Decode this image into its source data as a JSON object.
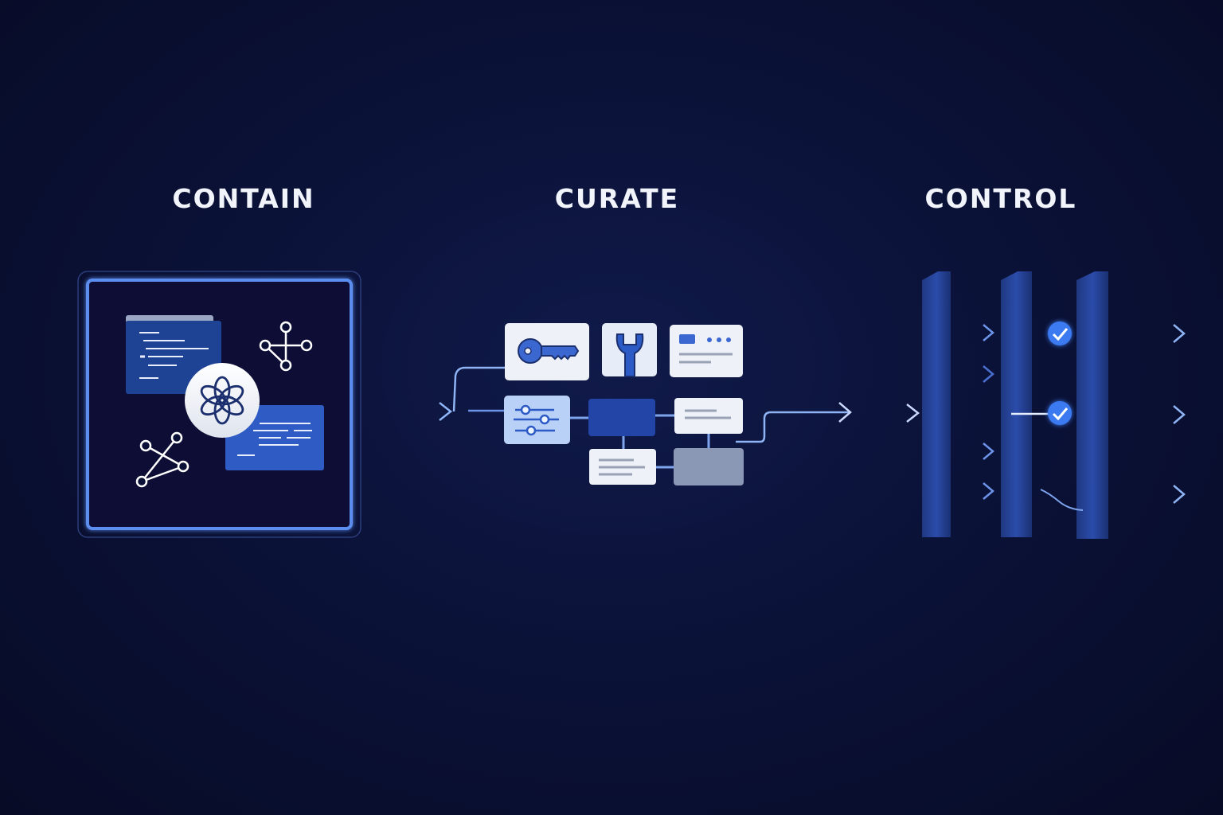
{
  "stages": [
    {
      "id": "contain",
      "title": "CONTAIN",
      "icons": [
        "code-window-icon",
        "network-graph-icon",
        "ai-logo-icon",
        "code-window-icon",
        "network-graph-icon"
      ]
    },
    {
      "id": "curate",
      "title": "CURATE",
      "icons": [
        "key-icon",
        "wrench-icon",
        "card-icon",
        "sliders-icon"
      ]
    },
    {
      "id": "control",
      "title": "CONTROL",
      "gates": 3,
      "checks": 2,
      "icons": [
        "check-icon",
        "check-icon"
      ]
    }
  ],
  "colors": {
    "background": "#0b1238",
    "accent": "#4a7fe0",
    "accent_light": "#8fb4f5",
    "panel_dark": "#1d3f8f",
    "card": "#eef1f7",
    "text": "#f2f4fb"
  }
}
